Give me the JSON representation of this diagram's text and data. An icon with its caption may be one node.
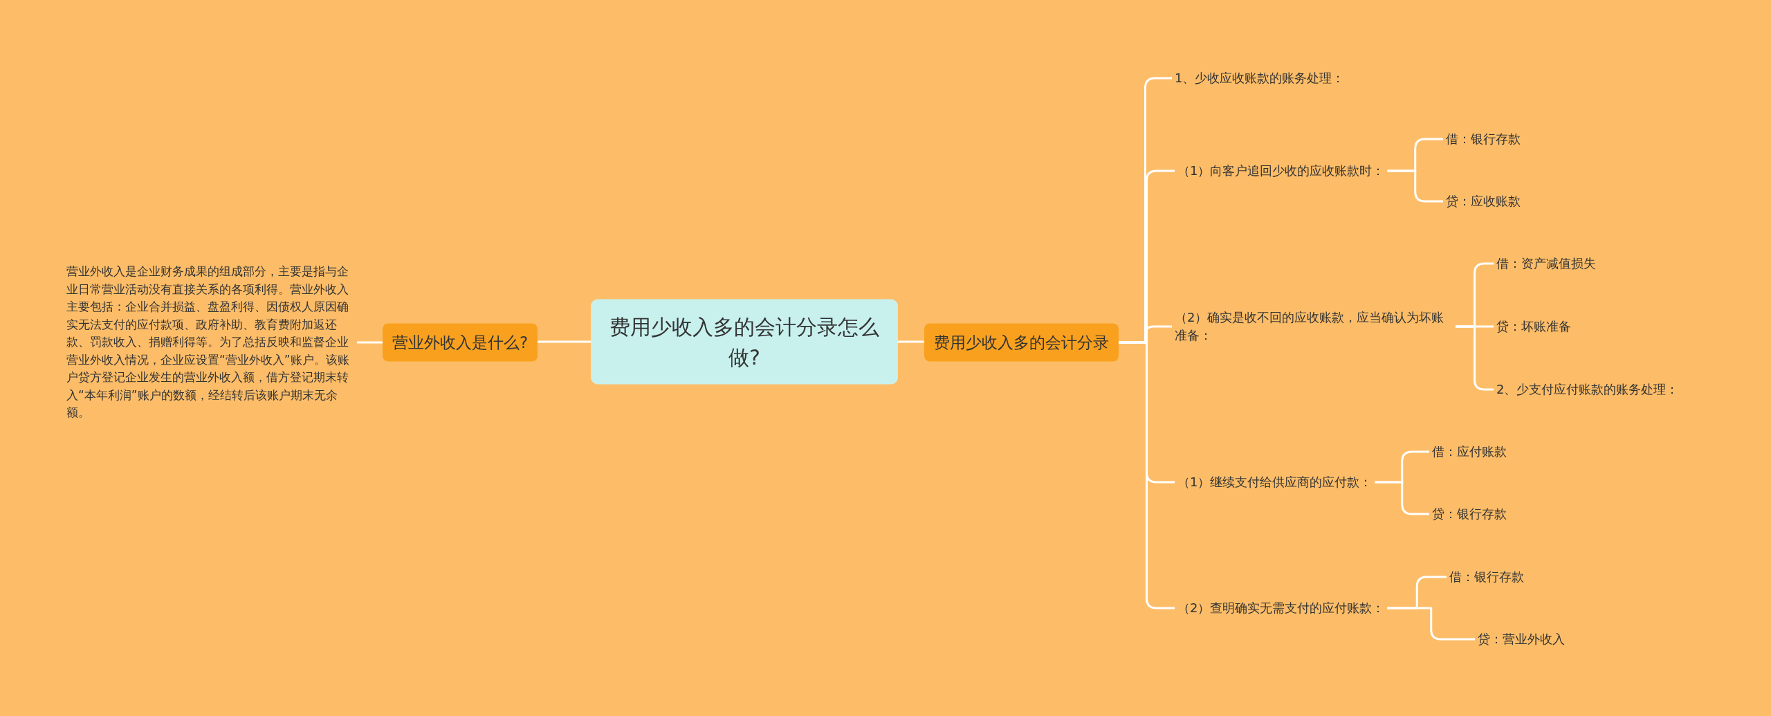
{
  "diagram": {
    "nodes": [
      {
        "text": [
          "费用少收入多的会计分录怎么做?"
        ]
      },
      {
        "text": [
          "营业外收入是什么?"
        ]
      },
      {
        "text": [
          "营业外收入是企业财务成果的组成部分，主要是指与企业日常营业活动没有直接关系的各项利得。营业外收入主要包括：企业合并损益、盘盈利得、因债权人原因确实无法支付的应付款项、政府补助、教育费附加返还款、罚款收入、捐赠利得等。为了总括反映和监督企业营业外收入情况，企业应设置“营业外收入”账户。该账户贷方登记企业发生的营业外收入额，借方登记期末转入“本年利润”账户的数额，经结转后该账户期末无余额。"
        ]
      },
      {
        "text": [
          "费用少收入多的会计分录"
        ]
      },
      {
        "text": [
          "1、少收应收账款的账务处理："
        ]
      },
      {
        "text": [
          "（1）向客户追回少收的应收账款时："
        ]
      },
      {
        "text": [
          "借：银行存款"
        ]
      },
      {
        "text": [
          "贷：应收账款"
        ]
      },
      {
        "text": [
          "（2）确实是收不回的应收账款，应当确认为坏账准备："
        ]
      },
      {
        "text": [
          "借：资产减值损失"
        ]
      },
      {
        "text": [
          "贷：坏账准备"
        ]
      },
      {
        "text": [
          "2、少支付应付账款的账务处理："
        ]
      },
      {
        "text": [
          "（1）继续支付给供应商的应付款："
        ]
      },
      {
        "text": [
          "借：应付账款"
        ]
      },
      {
        "text": [
          "贷：银行存款"
        ]
      },
      {
        "text": [
          "（2）查明确实无需支付的应付账款："
        ]
      },
      {
        "text": [
          "借：银行存款"
        ]
      },
      {
        "text": [
          "贷：营业外收入"
        ]
      }
    ],
    "edges": [
      {
        "from": 0,
        "to": 1,
        "arrow": "none"
      },
      {
        "from": 1,
        "to": 2,
        "arrow": "none"
      },
      {
        "from": 0,
        "to": 3,
        "arrow": "none"
      },
      {
        "from": 3,
        "to": 4,
        "arrow": "none"
      },
      {
        "from": 3,
        "to": 5,
        "arrow": "none"
      },
      {
        "from": 5,
        "to": 6,
        "arrow": "none"
      },
      {
        "from": 5,
        "to": 7,
        "arrow": "none"
      },
      {
        "from": 3,
        "to": 8,
        "arrow": "none"
      },
      {
        "from": 8,
        "to": 9,
        "arrow": "none"
      },
      {
        "from": 8,
        "to": 10,
        "arrow": "none"
      },
      {
        "from": 8,
        "to": 11,
        "arrow": "none"
      },
      {
        "from": 3,
        "to": 12,
        "arrow": "none"
      },
      {
        "from": 12,
        "to": 13,
        "arrow": "none"
      },
      {
        "from": 12,
        "to": 14,
        "arrow": "none"
      },
      {
        "from": 3,
        "to": 15,
        "arrow": "none"
      },
      {
        "from": 15,
        "to": 16,
        "arrow": "none"
      },
      {
        "from": 15,
        "to": 17,
        "arrow": "none"
      }
    ]
  }
}
